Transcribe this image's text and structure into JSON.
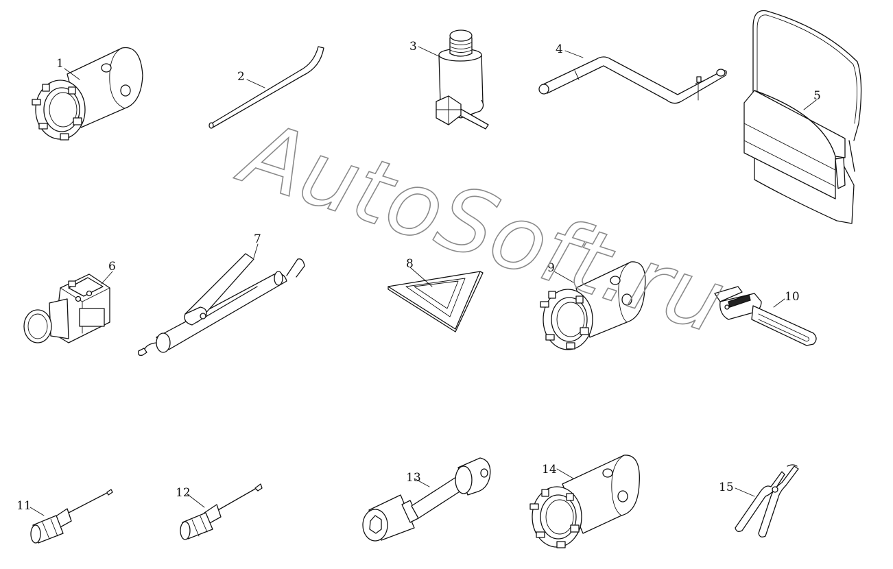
{
  "diagram": {
    "watermark": "AutoSoft.ru",
    "callouts": [
      "1",
      "2",
      "3",
      "4",
      "5",
      "6",
      "7",
      "8",
      "9",
      "10",
      "11",
      "12",
      "13",
      "14",
      "15"
    ]
  }
}
